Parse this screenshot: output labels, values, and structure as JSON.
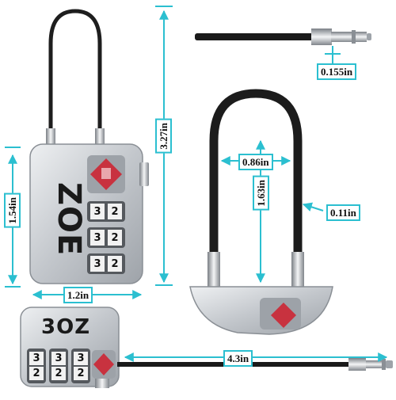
{
  "product": {
    "brand": "ZOE",
    "brand_front": "3OZ",
    "dial_digits": [
      "3",
      "2"
    ],
    "accent_color": "#2bbfd0",
    "tsa_indicator_color": "#c8323f",
    "body_color": "#c9ccd0"
  },
  "dimensions": {
    "cable_thickness": "0.155in",
    "total_height": "3.27in",
    "body_height": "1.54in",
    "body_width": "1.2in",
    "shackle_width": "0.86in",
    "shackle_height": "1.63in",
    "shackle_diameter": "0.11in",
    "cable_length": "4.3in"
  }
}
